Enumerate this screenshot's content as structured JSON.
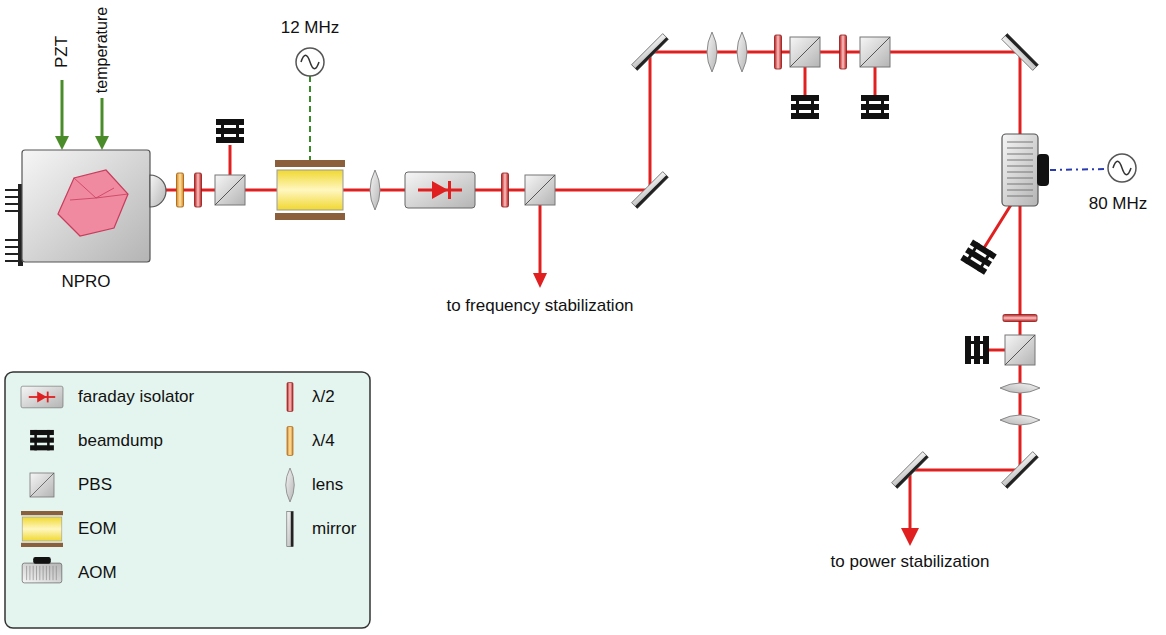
{
  "diagram": {
    "nodes": [
      {
        "text": [
          "NPRO"
        ]
      },
      {
        "text": [
          "12 MHz"
        ]
      },
      {
        "text": [
          "80 MHz"
        ]
      }
    ],
    "labels": [
      "PZT",
      "temperature",
      "to frequency stabilization",
      "to power stabilization"
    ],
    "legend": [
      {
        "text": "faraday isolator"
      },
      {
        "text": "λ/2"
      },
      {
        "text": "beamdump"
      },
      {
        "text": "λ/4"
      },
      {
        "text": "PBS"
      },
      {
        "text": "lens"
      },
      {
        "text": "EOM"
      },
      {
        "text": "mirror"
      },
      {
        "text": "AOM"
      }
    ]
  }
}
